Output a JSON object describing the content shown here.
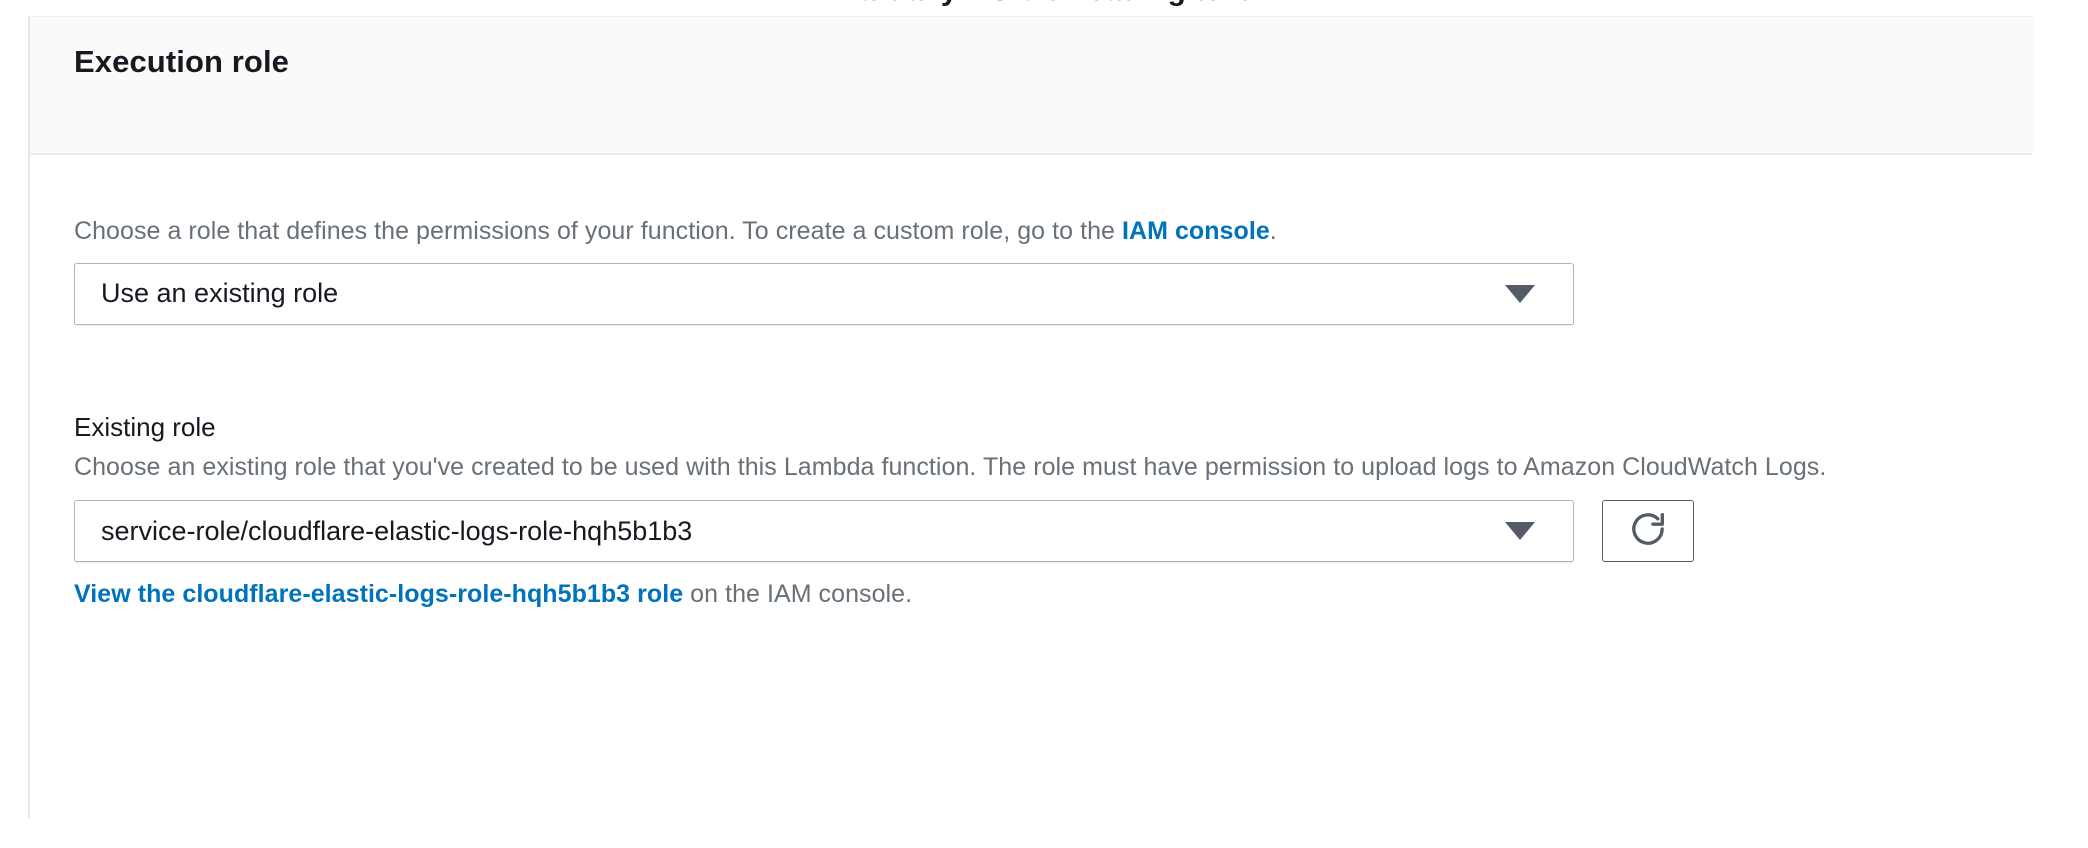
{
  "above_fragment": "Partially visible heading text",
  "panel": {
    "title": "Execution role",
    "role_choice": {
      "description_before_link": "Choose a role that defines the permissions of your function. To create a custom role, go to the ",
      "link_label": "IAM console",
      "description_after_link": ".",
      "select": {
        "name": "execution-role-mode-select",
        "value": "Use an existing role",
        "caret_icon": "chevron-down-icon"
      }
    },
    "existing_role": {
      "label": "Existing role",
      "description": "Choose an existing role that you've created to be used with this Lambda function. The role must have permission to upload logs to Amazon CloudWatch Logs.",
      "select": {
        "name": "existing-role-select",
        "value": "service-role/cloudflare-elastic-logs-role-hqh5b1b3",
        "caret_icon": "chevron-down-icon"
      },
      "refresh_button": {
        "icon": "refresh-icon",
        "title": "Refresh role list"
      },
      "view_role_link": "View the cloudflare-elastic-logs-role-hqh5b1b3 role",
      "view_role_suffix": " on the IAM console."
    }
  },
  "colors": {
    "link": "#0073bb",
    "text_primary": "#16191f",
    "text_secondary": "#687078",
    "border": "#aab7b8",
    "header_bg": "#fafafa"
  }
}
